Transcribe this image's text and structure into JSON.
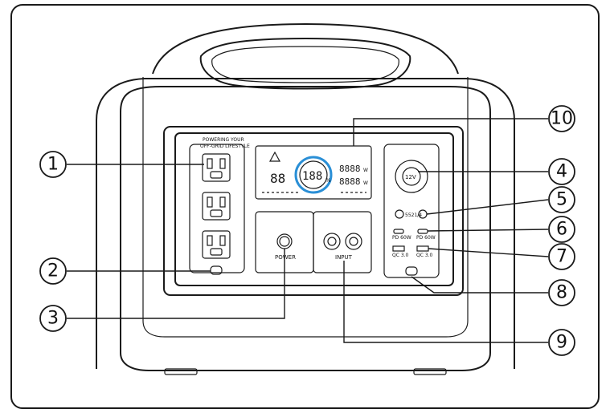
{
  "callouts": [
    {
      "num": "1"
    },
    {
      "num": "2"
    },
    {
      "num": "3"
    },
    {
      "num": "4"
    },
    {
      "num": "5"
    },
    {
      "num": "6"
    },
    {
      "num": "7"
    },
    {
      "num": "8"
    },
    {
      "num": "9"
    },
    {
      "num": "10"
    }
  ],
  "labels": {
    "ac_header_line1": "POWERING YOUR",
    "ac_header_line2": "OFF-GRID LIFESTYLE",
    "power_button": "POWER",
    "input_ports": "INPUT",
    "car_socket": "12V",
    "dc_label": "5521/4",
    "usb_c_1": "PD 60W",
    "usb_c_2": "PD 60W",
    "usb_a_1": "QC 3.0",
    "usb_a_2": "QC 3.0",
    "lcd_pct": "188",
    "lcd_left_digits": "88",
    "lcd_right_top": "8888",
    "lcd_right_bottom": "8888",
    "lcd_unit_pct": "%",
    "lcd_unit_w_top": "W",
    "lcd_unit_w_bottom": "W"
  },
  "colors": {
    "ring_accent": "#2a8fd6",
    "line": "#1a1a1a",
    "background": "#ffffff"
  }
}
